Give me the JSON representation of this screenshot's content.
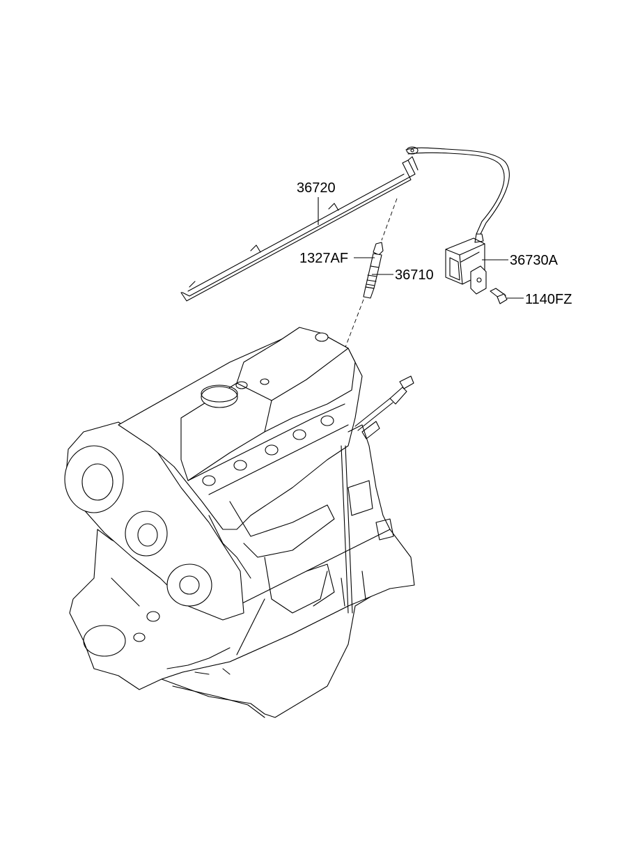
{
  "parts": [
    {
      "id": "36720",
      "label": "36720",
      "name": "glow plug plate"
    },
    {
      "id": "1327AF",
      "label": "1327AF",
      "name": "glow plug nut"
    },
    {
      "id": "36710",
      "label": "36710",
      "name": "glow plug"
    },
    {
      "id": "36730A",
      "label": "36730A",
      "name": "glow plug relay"
    },
    {
      "id": "1140FZ",
      "label": "1140FZ",
      "name": "bolt"
    }
  ]
}
